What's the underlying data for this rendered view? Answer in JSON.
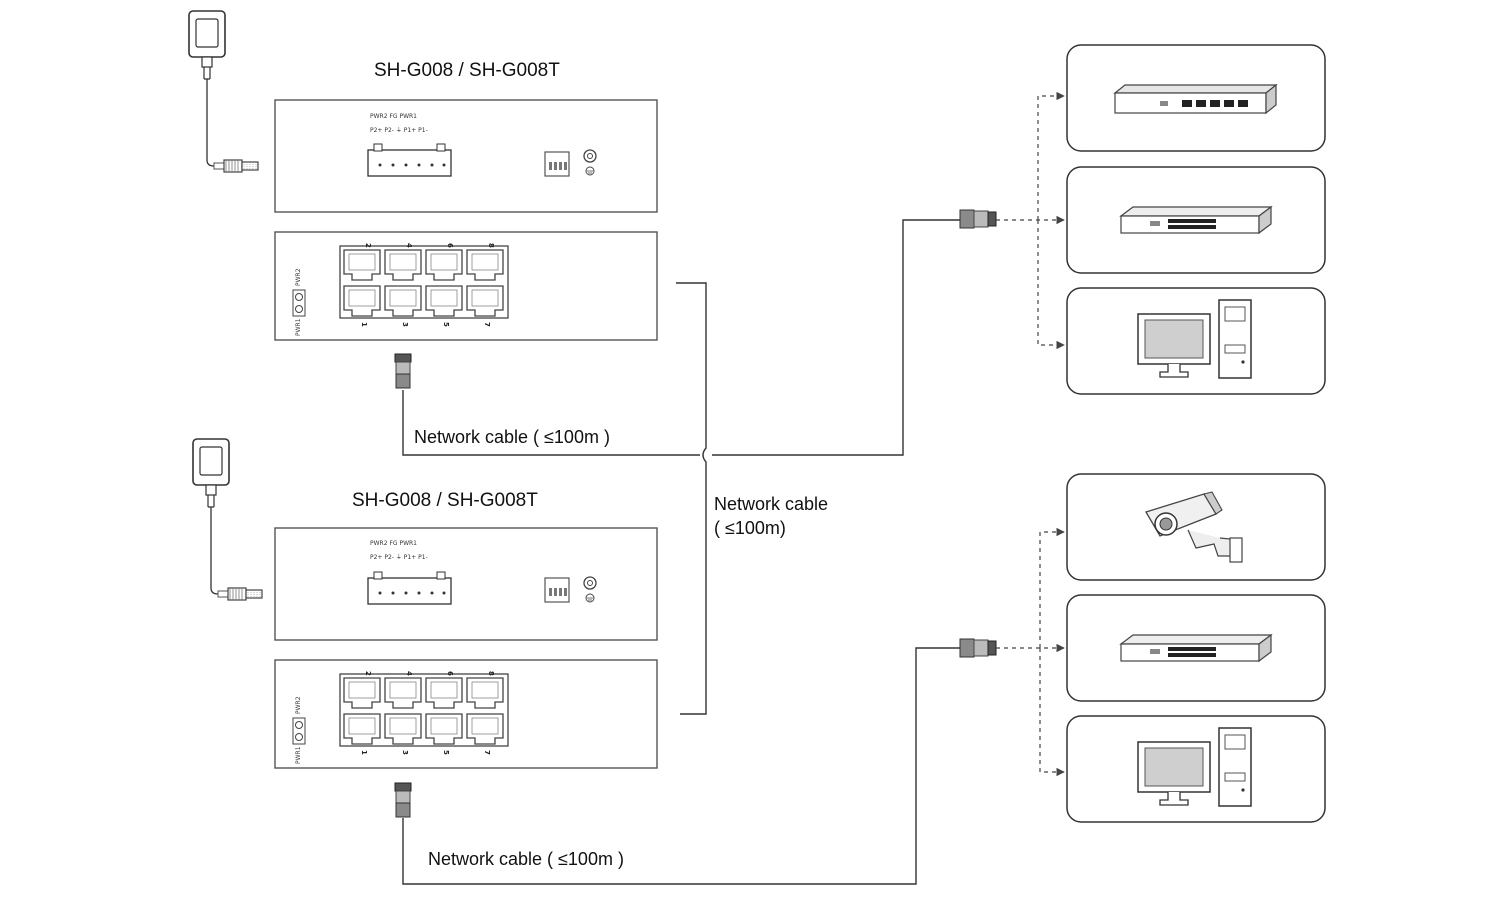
{
  "switches": [
    {
      "model_label": "SH-G008 / SH-G008T",
      "terminal_labels": {
        "group": "PWR2  FG  PWR1",
        "pins": "P2+ P2-   ⏚   P1+ P1-"
      },
      "side_labels": [
        "PWR1",
        "PWR2"
      ],
      "port_numbers_top": [
        "2",
        "4",
        "6",
        "8"
      ],
      "port_numbers_bottom": [
        "1",
        "3",
        "5",
        "7"
      ]
    },
    {
      "model_label": "SH-G008 / SH-G008T",
      "terminal_labels": {
        "group": "PWR2  FG  PWR1",
        "pins": "P2+ P2-   ⏚   P1+ P1-"
      },
      "side_labels": [
        "PWR1",
        "PWR2"
      ],
      "port_numbers_top": [
        "2",
        "4",
        "6",
        "8"
      ],
      "port_numbers_bottom": [
        "1",
        "3",
        "5",
        "7"
      ]
    }
  ],
  "cables": {
    "top_uplink": "Network cable ( ≤100m )",
    "interlink_line1": "Network cable",
    "interlink_line2": "( ≤100m)",
    "bottom_uplink": "Network cable ( ≤100m )"
  },
  "devices_top": [
    {
      "icon": "router-icon"
    },
    {
      "icon": "switch-icon"
    },
    {
      "icon": "computer-icon"
    }
  ],
  "devices_bottom": [
    {
      "icon": "ip-camera-icon"
    },
    {
      "icon": "switch-icon"
    },
    {
      "icon": "computer-icon"
    }
  ],
  "colors": {
    "line": "#333333",
    "box_border": "#555555",
    "device_border": "#333333",
    "plug_fill": "#9a9a9a"
  }
}
